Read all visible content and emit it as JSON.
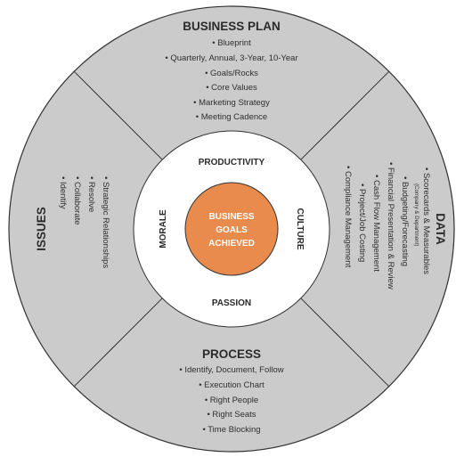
{
  "center": {
    "lines": [
      "BUSINESS",
      "GOALS",
      "ACHIEVED"
    ],
    "color": "#E88B4D"
  },
  "inner_ring": {
    "top": "PRODUCTIVITY",
    "bottom": "PASSION",
    "left": "MORALE",
    "right": "CULTURE"
  },
  "colors": {
    "segment_fill": "#CBCBCB",
    "outline": "#333333",
    "ring_fill": "#FFFFFF"
  },
  "segments": {
    "business_plan": {
      "title": "BUSINESS PLAN",
      "items": [
        "• Blueprint",
        "• Quarterly, Annual, 3-Year, 10-Year",
        "• Goals/Rocks",
        "• Core Values",
        "• Marketing Strategy",
        "• Meeting Cadence"
      ]
    },
    "process": {
      "title": "PROCESS",
      "items": [
        "• Identify, Document, Follow",
        "• Execution Chart",
        "• Right People",
        "• Right Seats",
        "• Time Blocking"
      ]
    },
    "issues": {
      "title": "ISSUES",
      "items": [
        "• Identify",
        "• Collaborate",
        "• Resolve",
        "• Strategic Relationships"
      ]
    },
    "data": {
      "title": "DATA",
      "items": [
        "• Scorecards & Measurables",
        "(Company & Department)",
        "• Budgeting/Forecasting",
        "• Financial Presentation & Review",
        "• Cash Flow Management",
        "• Project/Job Costing",
        "• Compliance Management"
      ]
    }
  }
}
